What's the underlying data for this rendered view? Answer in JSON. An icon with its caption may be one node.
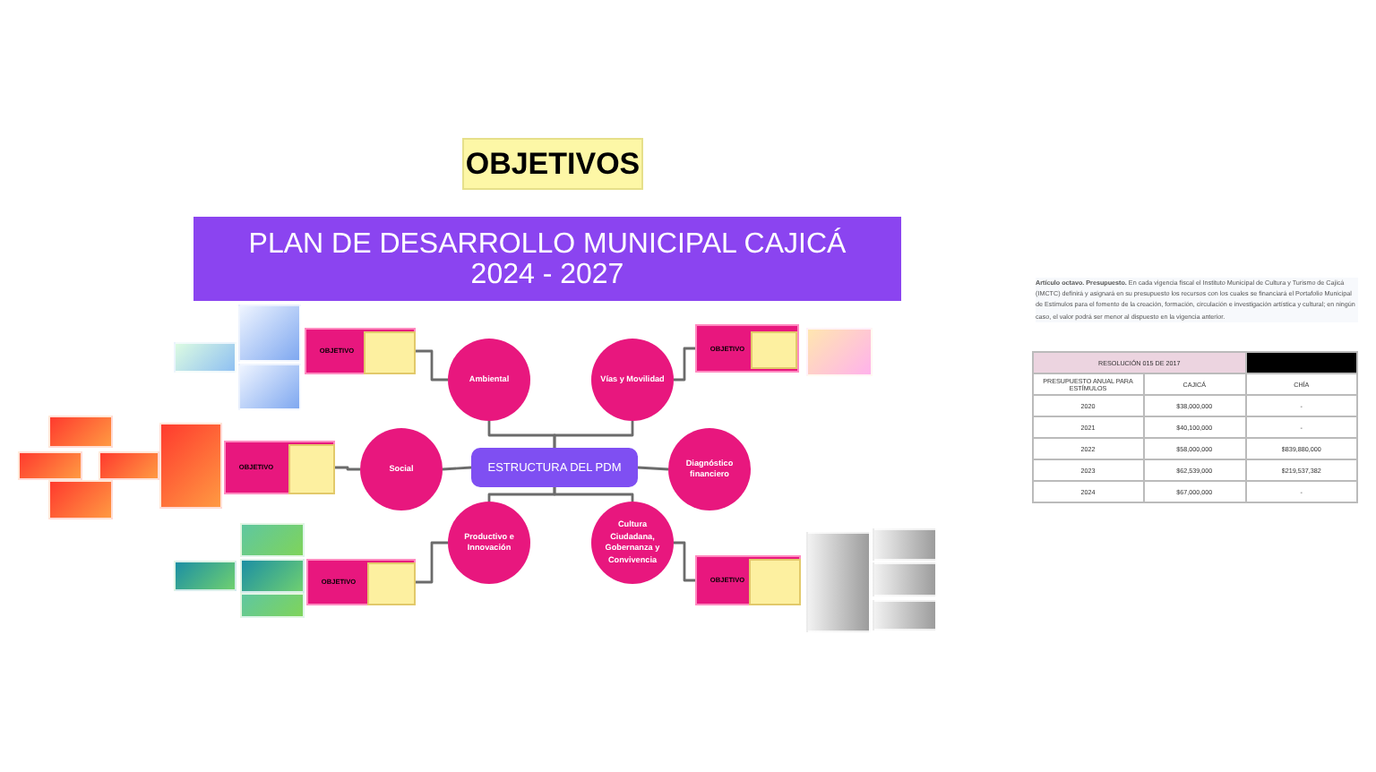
{
  "diagram": {
    "title": "PLAN DE DESARROLLO MUNICIPAL CAJICÁ 2024 - 2027",
    "nodes": [
      {
        "text": [
          "OBJETIVOS"
        ]
      },
      {
        "text": [
          "ESTRUCTURA DEL PDM"
        ]
      },
      {
        "text": [
          "Ambiental"
        ]
      },
      {
        "text": [
          "Vías y Movilidad"
        ]
      },
      {
        "text": [
          "Social"
        ]
      },
      {
        "text": [
          "Diagnóstico financiero"
        ]
      },
      {
        "text": [
          "Productivo e Innovación"
        ]
      },
      {
        "text": [
          "Cultura Ciudadana, Gobernanza y Convivencia"
        ]
      },
      {
        "text": [
          "OBJETIVO"
        ]
      },
      {
        "text": [
          "OBJETIVO"
        ]
      },
      {
        "text": [
          "OBJETIVO"
        ]
      },
      {
        "text": [
          "OBJETIVO"
        ]
      },
      {
        "text": [
          "OBJETIVO"
        ]
      },
      {
        "text": [],
        "shape": "box",
        "in": 8
      },
      {
        "text": [],
        "shape": "box",
        "in": 9
      },
      {
        "text": [],
        "shape": "box",
        "in": 10
      },
      {
        "text": [],
        "shape": "box",
        "in": 11
      },
      {
        "text": [],
        "shape": "box",
        "in": 12
      },
      {
        "text": [],
        "shape": "box"
      },
      {
        "text": [],
        "shape": "box"
      },
      {
        "text": [],
        "shape": "box"
      },
      {
        "text": [],
        "shape": "box"
      },
      {
        "text": [],
        "shape": "box"
      },
      {
        "text": [],
        "shape": "box"
      },
      {
        "text": [],
        "shape": "box"
      },
      {
        "text": [],
        "shape": "box"
      },
      {
        "text": [],
        "shape": "box"
      },
      {
        "text": [],
        "shape": "box"
      },
      {
        "text": [],
        "shape": "box"
      },
      {
        "text": [],
        "shape": "box"
      },
      {
        "text": [],
        "shape": "box"
      },
      {
        "text": [],
        "shape": "box"
      },
      {
        "text": [],
        "shape": "box"
      },
      {
        "text": [],
        "shape": "box"
      },
      {
        "text": [],
        "shape": "box"
      }
    ],
    "edges": [
      {
        "from": 1,
        "to": 2,
        "arrow": "none"
      },
      {
        "from": 1,
        "to": 3,
        "arrow": "none"
      },
      {
        "from": 1,
        "to": 4,
        "arrow": "none"
      },
      {
        "from": 1,
        "to": 5,
        "arrow": "none"
      },
      {
        "from": 1,
        "to": 6,
        "arrow": "none"
      },
      {
        "from": 1,
        "to": 7,
        "arrow": "none"
      },
      {
        "from": 2,
        "to": 8,
        "arrow": "none"
      },
      {
        "from": 3,
        "to": 9,
        "arrow": "none"
      },
      {
        "from": 4,
        "to": 10,
        "arrow": "none"
      },
      {
        "from": 6,
        "to": 11,
        "arrow": "none"
      },
      {
        "from": 7,
        "to": 12,
        "arrow": "none"
      }
    ],
    "labels": [
      "**Artículo octavo. Presupuesto.** En cada vigencia fiscal el Instituto Municipal de Cultura y Turismo de Cajicá (IMCTC) definirá y asignará en su presupuesto los recursos con los cuales se financiará el Portafolio Municipal de Estímulos para el fomento de la creación, formación, circulación e investigación artística y cultural; en ningún caso, el valor podrá ser menor al dispuesto en la vigencia anterior.",
      "RESOLUCIÓN 015 DE 2017",
      "PRESUPUESTO ANUAL PARA ESTÍMULOS",
      "CAJICÁ",
      "CHÍA",
      "2020",
      "$38,000,000",
      "-",
      "2021",
      "$40,100,000",
      "-",
      "2022",
      "$58,000,000",
      "$839,880,000",
      "2023",
      "$62,539,000",
      "$219,537,382",
      "2024",
      "$67,000,000",
      "-"
    ]
  }
}
